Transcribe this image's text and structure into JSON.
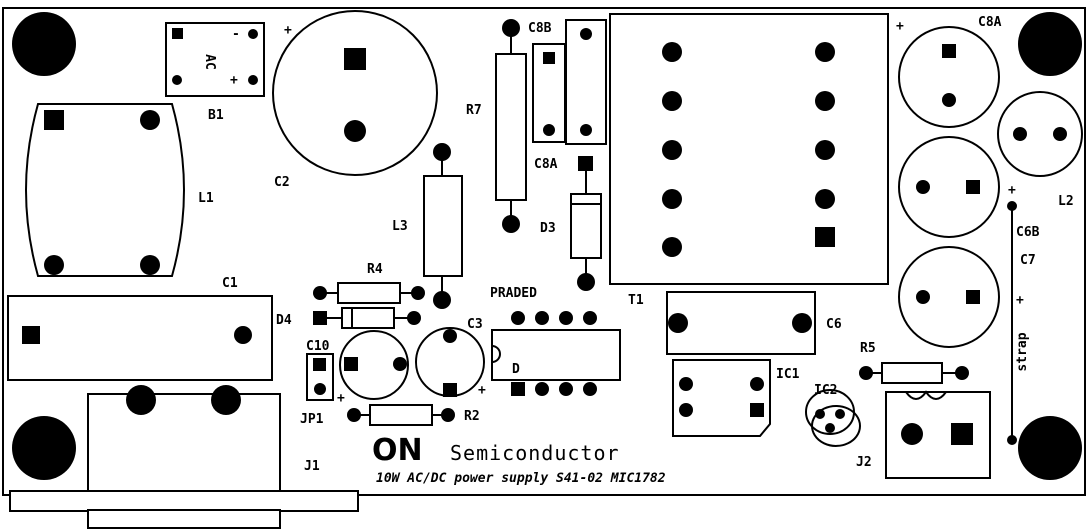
{
  "board": {
    "brand": "ON",
    "brand_text": "Semiconductor",
    "subtitle": "10W AC/DC power supply S41-02 MIC1782"
  },
  "labels": {
    "b1": "B1",
    "b1_ac": "AC",
    "b1_plus": "+",
    "b1_minus": "-",
    "c2": "C2",
    "c2_plus": "+",
    "l1": "L1",
    "c1": "C1",
    "r7": "R7",
    "c8b": "C8B",
    "c8a_small": "C8A",
    "d3": "D3",
    "l3": "L3",
    "r4": "R4",
    "d4": "D4",
    "praded": "PRADED",
    "c3": "C3",
    "c10": "C10",
    "jp1": "JP1",
    "r2": "R2",
    "d": "D",
    "t1": "T1",
    "c6": "C6",
    "ic1": "IC1",
    "ic2": "IC2",
    "r5": "R5",
    "j2": "J2",
    "j1": "J1",
    "c8a": "C8A",
    "c8a_plus": "+",
    "l2": "L2",
    "c6b": "C6B",
    "c6b_plus": "+",
    "c7": "C7",
    "c7_plus": "+",
    "strap": "strap",
    "c3_plus": "+",
    "c10_plus": "+"
  }
}
